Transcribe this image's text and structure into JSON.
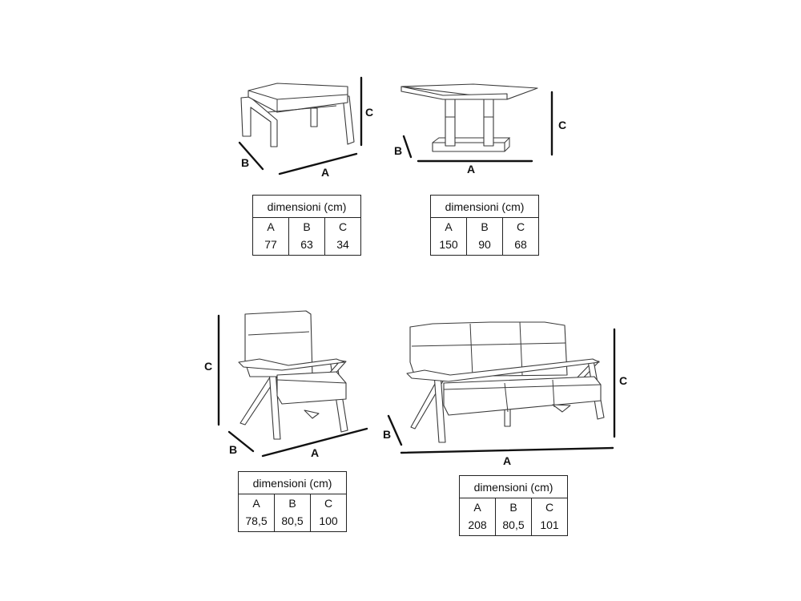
{
  "dimension_labels": {
    "a": "A",
    "b": "B",
    "c": "C"
  },
  "tables": [
    {
      "header": "dimensioni (cm)",
      "labels": [
        "A",
        "B",
        "C"
      ],
      "values": [
        "77",
        "63",
        "34"
      ]
    },
    {
      "header": "dimensioni (cm)",
      "labels": [
        "A",
        "B",
        "C"
      ],
      "values": [
        "150",
        "90",
        "68"
      ]
    },
    {
      "header": "dimensioni (cm)",
      "labels": [
        "A",
        "B",
        "C"
      ],
      "values": [
        "78,5",
        "80,5",
        "100"
      ]
    },
    {
      "header": "dimensioni (cm)",
      "labels": [
        "A",
        "B",
        "C"
      ],
      "values": [
        "208",
        "80,5",
        "101"
      ]
    }
  ]
}
